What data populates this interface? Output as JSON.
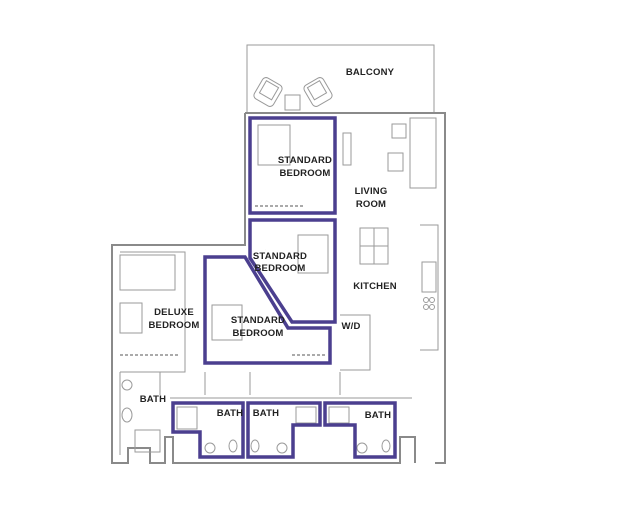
{
  "colors": {
    "highlight": "#4b3f8f",
    "walls": "#8a8a8a"
  },
  "rooms": {
    "balcony": "BALCONY",
    "living": [
      "LIVING",
      "ROOM"
    ],
    "kitchen": "KITCHEN",
    "wd": "W/D",
    "standard_bedroom_1": [
      "STANDARD",
      "BEDROOM"
    ],
    "standard_bedroom_2": [
      "STANDARD",
      "BEDROOM"
    ],
    "standard_bedroom_3": [
      "STANDARD",
      "BEDROOM"
    ],
    "deluxe_bedroom": [
      "DELUXE",
      "BEDROOM"
    ],
    "bath_deluxe": "BATH",
    "bath_1": "BATH",
    "bath_2": "BATH",
    "bath_3": "BATH"
  }
}
